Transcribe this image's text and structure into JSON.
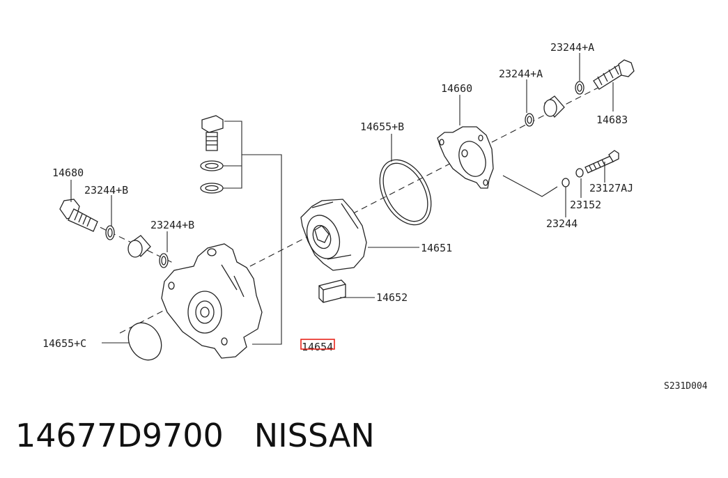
{
  "diagram": {
    "labels": {
      "p14680": "14680",
      "p23244b_1": "23244+B",
      "p23244b_2": "23244+B",
      "p14655c": "14655+C",
      "p14654": "14654",
      "p14652": "14652",
      "p14651": "14651",
      "p14655b": "14655+B",
      "p14660": "14660",
      "p23244a_1": "23244+A",
      "p23244a_2": "23244+A",
      "p14683": "14683",
      "p23127aj": "23127AJ",
      "p23152": "23152",
      "p23244": "23244"
    },
    "diagram_code": "S231D004",
    "highlight_color": "#e8251c"
  },
  "footer": {
    "part_number": "14677D9700",
    "brand": "NISSAN"
  }
}
